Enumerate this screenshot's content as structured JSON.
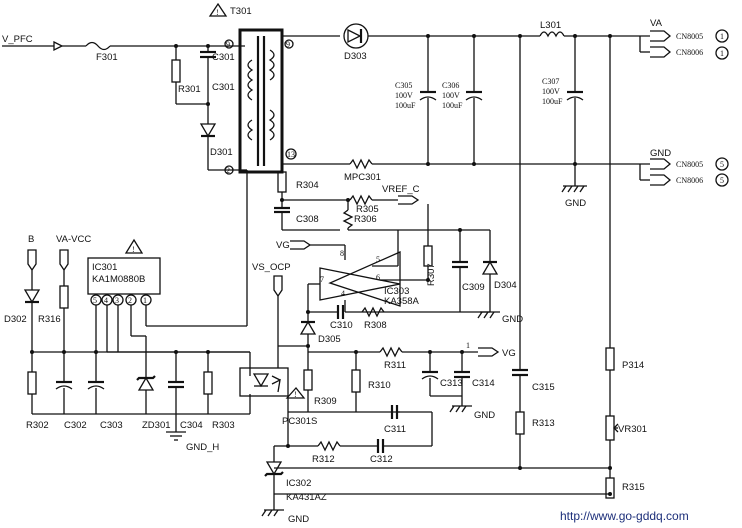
{
  "labels": {
    "v_pfc": "V_PFC",
    "f301": "F301",
    "t301": "T301",
    "pin9_top": "9",
    "pin9_side": "9",
    "pin2": "2",
    "pin13": "13",
    "c301a": "C301",
    "c301b": "C301",
    "r301": "R301",
    "d301": "D301",
    "d303": "D303",
    "l301": "L301",
    "va": "VA",
    "cn8005_top": "CN8005",
    "cn8006_top": "CN8006",
    "c1": "1",
    "c2": "1",
    "c305_name": "C305",
    "c305_v": "100V",
    "c305_c": "100uF",
    "c306_name": "C306",
    "c306_v": "100V",
    "c306_c": "100uF",
    "c307_name": "C307",
    "c307_v": "100V",
    "c307_c": "100uF",
    "gnd_top": "GND",
    "cn8005_bot": "CN8005",
    "cn8006_bot": "CN8006",
    "c5a": "5",
    "c5b": "5",
    "gnd_right": "GND",
    "mpc301": "MPC301",
    "r304": "R304",
    "vref_c": "VREF_C",
    "r305": "R305",
    "c308": "C308",
    "r306": "R306",
    "vg_left": "VG",
    "op_pin8": "8",
    "op_pin5": "5",
    "op_pin6": "6",
    "op_pin7": "7",
    "op_pin4": "4",
    "ic303": "IC303",
    "ka358a": "KA358A",
    "r307": "R307",
    "c309": "C309",
    "d304": "D304",
    "gnd_op": "GND",
    "vs_ocp": "VS_OCP",
    "c310": "C310",
    "r308": "R308",
    "d305": "D305",
    "b": "B",
    "va_vcc": "VA-VCC",
    "ic301": "IC301",
    "ka1m0880b": "KA1M0880B",
    "p5": "5",
    "p4": "4",
    "p3": "3",
    "p2": "2",
    "p1": "1",
    "d302": "D302",
    "r316": "R316",
    "r302": "R302",
    "c302": "C302",
    "c303": "C303",
    "zd301": "ZD301",
    "c304": "C304",
    "r303": "R303",
    "gnd_h": "GND_H",
    "pc301s": "PC301S",
    "r309": "R309",
    "r310": "R310",
    "r311": "R311",
    "vg_right": "VG",
    "pin1_vg": "1",
    "c313": "C313",
    "c314": "C314",
    "gnd_mid": "GND",
    "c311": "C311",
    "r312": "R312",
    "c312": "C312",
    "c315": "C315",
    "r313": "R313",
    "p314": "P314",
    "vr301": "VR301",
    "r315": "R315",
    "ic302": "IC302",
    "ka431az": "KA431AZ",
    "gnd_bottom": "GND",
    "watermark": "http://www.go-gddq.com"
  }
}
